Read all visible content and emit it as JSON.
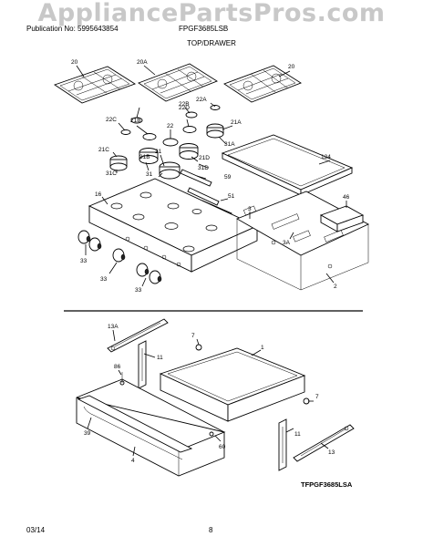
{
  "watermark": "AppliancePartsPros.com",
  "header": {
    "publication": "Publication No: 5995643854",
    "model": "FPGF3685LSB"
  },
  "section_title": "TOP/DRAWER",
  "top_callouts": [
    "20",
    "20A",
    "20",
    "22B",
    "22A",
    "22C",
    "21B",
    "22",
    "22D",
    "21A",
    "21C",
    "21",
    "31A",
    "31B",
    "21D",
    "31C",
    "31",
    "59",
    "31D",
    "124",
    "16",
    "51",
    "46",
    "3",
    "3A",
    "33",
    "33",
    "33",
    "2"
  ],
  "drawer_callouts": [
    "13A",
    "11",
    "7",
    "1",
    "86",
    "39",
    "4",
    "60",
    "11",
    "7",
    "13"
  ],
  "diagram_code": "TFPGF3685LSA",
  "footer": {
    "date": "03/14",
    "page": "8"
  }
}
